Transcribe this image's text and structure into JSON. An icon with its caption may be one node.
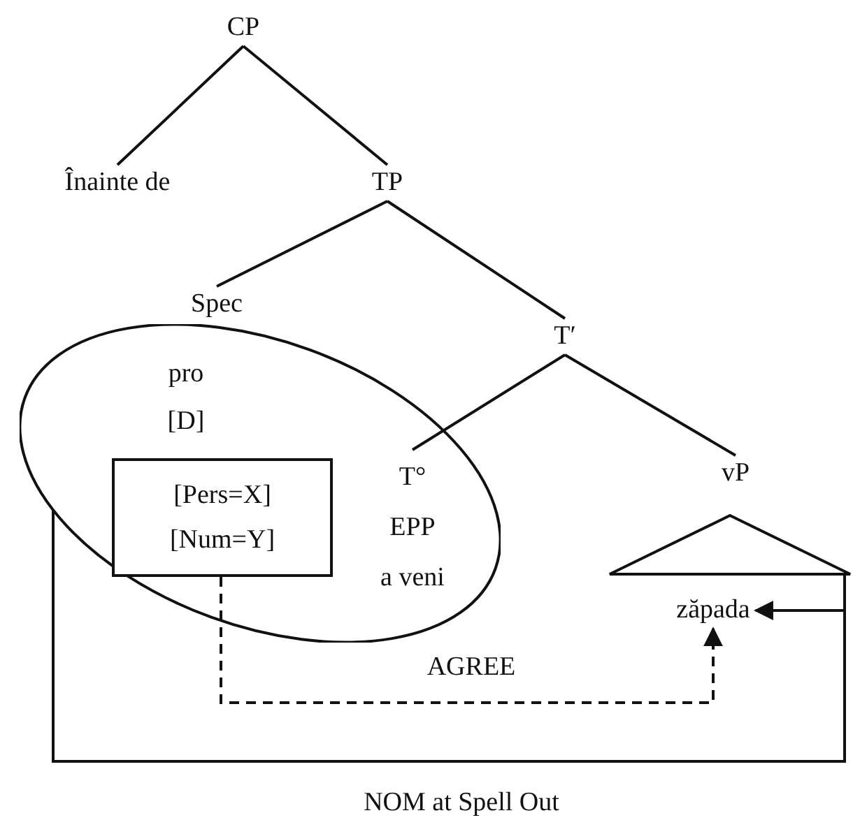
{
  "diagram": {
    "nodes": [
      {
        "text": [
          "CP"
        ]
      },
      {
        "text": [
          "Înainte de"
        ]
      },
      {
        "text": [
          "TP"
        ]
      },
      {
        "text": [
          "Spec"
        ]
      },
      {
        "text": [
          "T′"
        ]
      },
      {
        "text": [],
        "shape": "circle"
      },
      {
        "text": [
          "pro",
          "[D]"
        ],
        "in": 5
      },
      {
        "text": [
          "[Pers=X] [Num=Y]"
        ],
        "in": 5
      },
      {
        "text": [
          "T°",
          "EPP",
          "a veni"
        ],
        "in": 5
      },
      {
        "text": [
          "vP"
        ]
      },
      {
        "text": [],
        "shape": "triangle"
      },
      {
        "text": [
          "zăpada"
        ]
      }
    ],
    "edges": [
      {
        "from": 0,
        "to": 1,
        "arrow": "none"
      },
      {
        "from": 0,
        "to": 2,
        "arrow": "none"
      },
      {
        "from": 2,
        "to": 3,
        "arrow": "none"
      },
      {
        "from": 2,
        "to": 4,
        "arrow": "none"
      },
      {
        "from": 4,
        "to": 8,
        "arrow": "none"
      },
      {
        "from": 4,
        "to": 9,
        "arrow": "none"
      },
      {
        "from": 7,
        "to": 11,
        "arrow": "to",
        "label": "AGREE",
        "style": "dashed"
      },
      {
        "from": 5,
        "to": 11,
        "arrow": "to",
        "label": "NOM at Spell Out"
      }
    ]
  }
}
